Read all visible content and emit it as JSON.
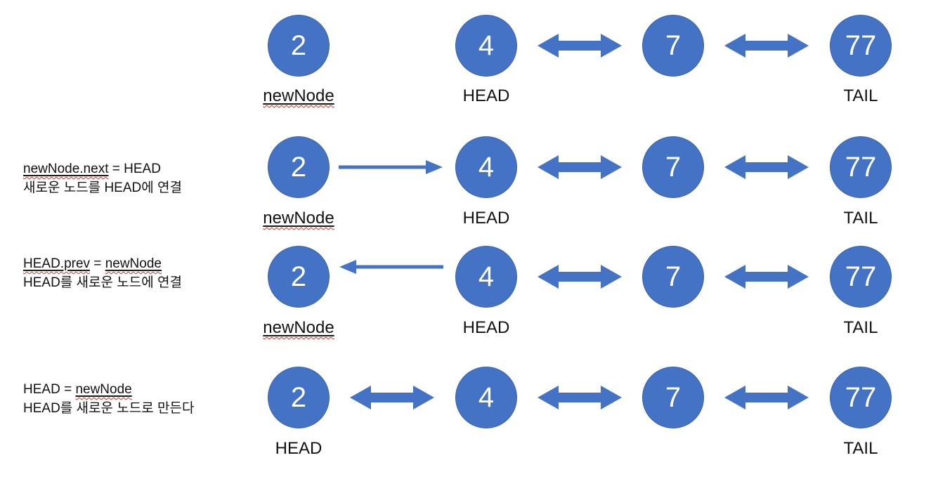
{
  "colors": {
    "node_fill": "#4472C4",
    "node_stroke": "#3A62A8",
    "arrow": "#4472C4",
    "text": "#111111",
    "underline": "#1a1a1a",
    "squiggle": "#D93025"
  },
  "rows": [
    {
      "name": "initial-state",
      "caption": null,
      "nodes": [
        {
          "value": "2",
          "label": "newNode",
          "label_style": "underlined-squiggle"
        },
        {
          "value": "4",
          "label": "HEAD",
          "label_style": "plain"
        },
        {
          "value": "7",
          "label": "",
          "label_style": "none"
        },
        {
          "value": "77",
          "label": "TAIL",
          "label_style": "plain"
        }
      ],
      "connectors": [
        {
          "between": "4-7",
          "type": "double-arrow"
        },
        {
          "between": "7-77",
          "type": "double-arrow"
        }
      ]
    },
    {
      "name": "step-newnode-next",
      "caption": {
        "code1": "newNode.next",
        "rest": " = HEAD",
        "line2": "새로운 노드를 HEAD에 연결"
      },
      "nodes": [
        {
          "value": "2",
          "label": "newNode",
          "label_style": "underlined-squiggle"
        },
        {
          "value": "4",
          "label": "HEAD",
          "label_style": "plain"
        },
        {
          "value": "7",
          "label": "",
          "label_style": "none"
        },
        {
          "value": "77",
          "label": "TAIL",
          "label_style": "plain"
        }
      ],
      "connectors": [
        {
          "between": "2-4",
          "type": "single-arrow-right"
        },
        {
          "between": "4-7",
          "type": "double-arrow"
        },
        {
          "between": "7-77",
          "type": "double-arrow"
        }
      ]
    },
    {
      "name": "step-head-prev",
      "caption": {
        "code1": "HEAD.prev",
        "eq": " = ",
        "code2": "newNode",
        "line2": "HEAD를 새로운 노드에 연결"
      },
      "nodes": [
        {
          "value": "2",
          "label": "newNode",
          "label_style": "underlined-squiggle"
        },
        {
          "value": "4",
          "label": "HEAD",
          "label_style": "plain"
        },
        {
          "value": "7",
          "label": "",
          "label_style": "none"
        },
        {
          "value": "77",
          "label": "TAIL",
          "label_style": "plain"
        }
      ],
      "connectors": [
        {
          "between": "4-2",
          "type": "single-arrow-left"
        },
        {
          "between": "4-7",
          "type": "double-arrow"
        },
        {
          "between": "7-77",
          "type": "double-arrow"
        }
      ]
    },
    {
      "name": "step-head-assign",
      "caption": {
        "plain": "HEAD",
        "eq": " = ",
        "code1": "newNode",
        "line2": "HEAD를 새로운 노드로 만든다"
      },
      "nodes": [
        {
          "value": "2",
          "label": "HEAD",
          "label_style": "plain"
        },
        {
          "value": "4",
          "label": "",
          "label_style": "none"
        },
        {
          "value": "7",
          "label": "",
          "label_style": "none"
        },
        {
          "value": "77",
          "label": "TAIL",
          "label_style": "plain"
        }
      ],
      "connectors": [
        {
          "between": "2-4",
          "type": "double-arrow"
        },
        {
          "between": "4-7",
          "type": "double-arrow"
        },
        {
          "between": "7-77",
          "type": "double-arrow"
        }
      ]
    }
  ]
}
